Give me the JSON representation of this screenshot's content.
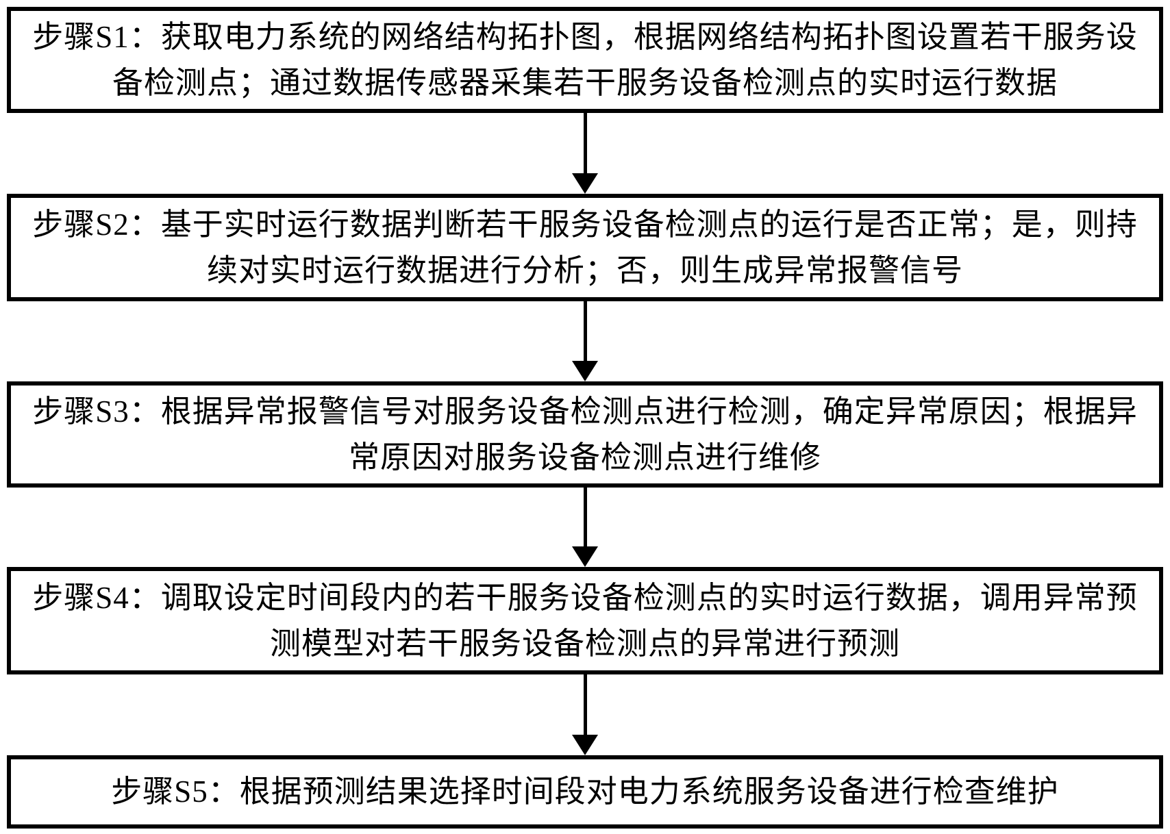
{
  "diagram": {
    "type": "flowchart",
    "background_color": "#ffffff",
    "box_border_color": "#000000",
    "text_color": "#000000",
    "arrow_color": "#000000",
    "steps": [
      {
        "id": "S1",
        "text": "步骤S1：获取电力系统的网络结构拓扑图，根据网络结构拓扑图设置若干服务设备检测点；通过数据传感器采集若干服务设备检测点的实时运行数据"
      },
      {
        "id": "S2",
        "text": "步骤S2：基于实时运行数据判断若干服务设备检测点的运行是否正常；是，则持续对实时运行数据进行分析；否，则生成异常报警信号"
      },
      {
        "id": "S3",
        "text": "步骤S3：根据异常报警信号对服务设备检测点进行检测，确定异常原因；根据异常原因对服务设备检测点进行维修"
      },
      {
        "id": "S4",
        "text": "步骤S4：调取设定时间段内的若干服务设备检测点的实时运行数据，调用异常预测模型对若干服务设备检测点的异常进行预测"
      },
      {
        "id": "S5",
        "text": "步骤S5：根据预测结果选择时间段对电力系统服务设备进行检查维护"
      }
    ]
  }
}
